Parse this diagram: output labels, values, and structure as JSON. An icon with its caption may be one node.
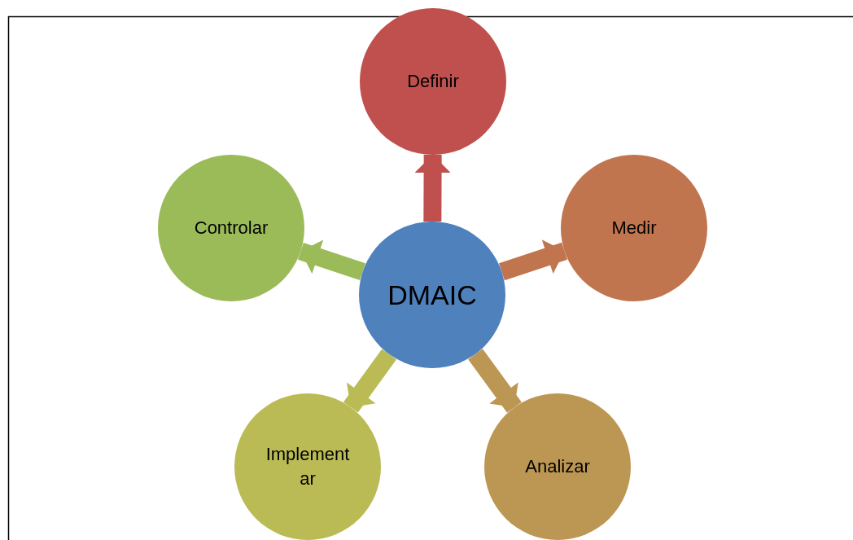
{
  "diagram": {
    "nodes": [
      {
        "text": [
          "DMAIC"
        ]
      },
      {
        "text": [
          "Definir"
        ]
      },
      {
        "text": [
          "Medir"
        ]
      },
      {
        "text": [
          "Analizar"
        ]
      },
      {
        "text": [
          "Implement ar"
        ]
      },
      {
        "text": [
          "Controlar"
        ]
      }
    ],
    "edges": [
      {
        "from": 0,
        "to": 1,
        "arrow": "to",
        "color": "#c0504d"
      },
      {
        "from": 0,
        "to": 2,
        "arrow": "to",
        "color": "#c0754f"
      },
      {
        "from": 0,
        "to": 3,
        "arrow": "to",
        "color": "#bc9753"
      },
      {
        "from": 0,
        "to": 4,
        "arrow": "to",
        "color": "#bbbb55"
      },
      {
        "from": 0,
        "to": 5,
        "arrow": "to",
        "color": "#9bbb59"
      }
    ]
  }
}
